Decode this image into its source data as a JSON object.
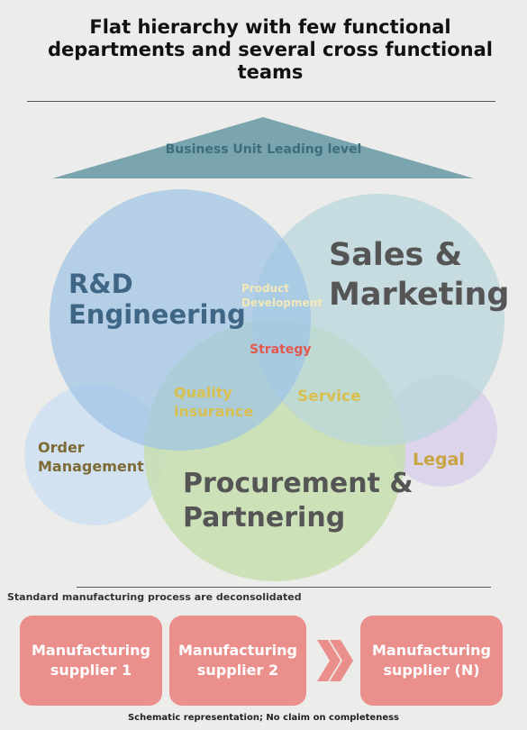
{
  "title": "Flat hierarchy with few functional departments and several cross functional teams",
  "roof": {
    "label": "Business Unit Leading level"
  },
  "venn": {
    "rd_engineering": [
      "R&D",
      "Engineering"
    ],
    "sales_marketing": [
      "Sales &",
      "Marketing"
    ],
    "procurement": [
      "Procurement &",
      "Partnering"
    ],
    "order_management": [
      "Order",
      "Management"
    ],
    "legal": "Legal",
    "product_development": [
      "Product",
      "Development"
    ],
    "strategy": "Strategy",
    "quality_insurance": [
      "Quality",
      "insurance"
    ],
    "service": "Service"
  },
  "manufacturing": {
    "heading": "Standard manufacturing process are deconsolidated",
    "suppliers": [
      [
        "Manufacturing",
        "supplier 1"
      ],
      [
        "Manufacturing",
        "supplier 2"
      ],
      [
        "Manufacturing",
        "supplier (N)"
      ]
    ]
  },
  "footnote": "Schematic representation; No claim on completeness",
  "colors": {
    "background": "#ececea",
    "roof": "#7aa4ae",
    "rd_circle": "#9ec3e6",
    "sales_circle": "#b9d7dc",
    "procurement_circle": "#c6dfac",
    "order_circle": "#cfe1f1",
    "legal_circle": "#d9d0ea",
    "supplier_box": "#eb8f8c"
  }
}
